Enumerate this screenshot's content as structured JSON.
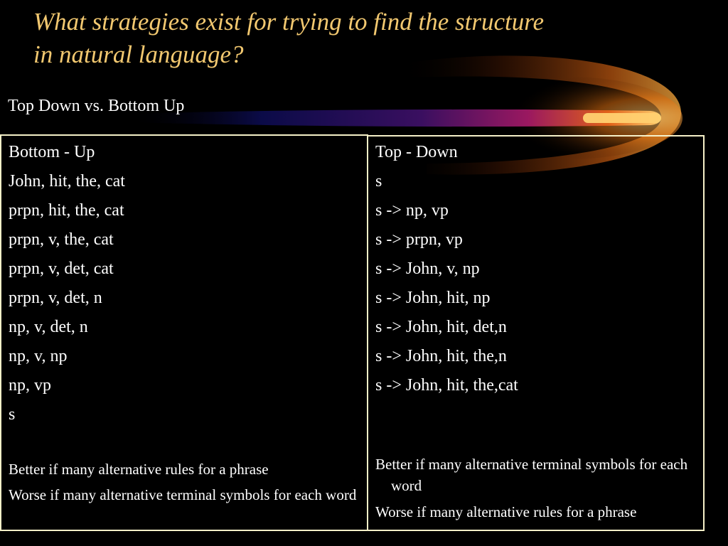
{
  "slide": {
    "title_line1": "What strategies exist for trying to find the structure",
    "title_line2": "in natural language?",
    "subtitle": "Top Down vs. Bottom Up",
    "colors": {
      "title": "#f2c870",
      "text": "#ffffff",
      "border": "#f5f0c8",
      "background": "#000000",
      "swoosh_core": "#ffd070",
      "swoosh_mid": "#e06a10",
      "swoosh_tail": "#1a1a6a"
    }
  },
  "left_column": {
    "header": "Bottom - Up",
    "items": [
      "John, hit, the, cat",
      "prpn, hit, the, cat",
      "prpn, v, the, cat",
      "prpn, v, det, cat",
      "prpn, v, det, n",
      "np, v, det, n",
      "np, v, np",
      "np, vp",
      "s"
    ],
    "notes": [
      "Better if many alternative rules for a phrase",
      "Worse if many alternative terminal symbols for each word"
    ]
  },
  "right_column": {
    "header": "Top - Down",
    "items": [
      "s",
      "s -> np, vp",
      "s -> prpn, vp",
      "s -> John, v, np",
      "s -> John, hit, np",
      "s -> John, hit, det,n",
      "s -> John, hit, the,n",
      "s -> John, hit, the,cat"
    ],
    "notes": [
      "Better if many alternative terminal symbols for each word",
      "Worse if many alternative rules for a phrase"
    ]
  }
}
